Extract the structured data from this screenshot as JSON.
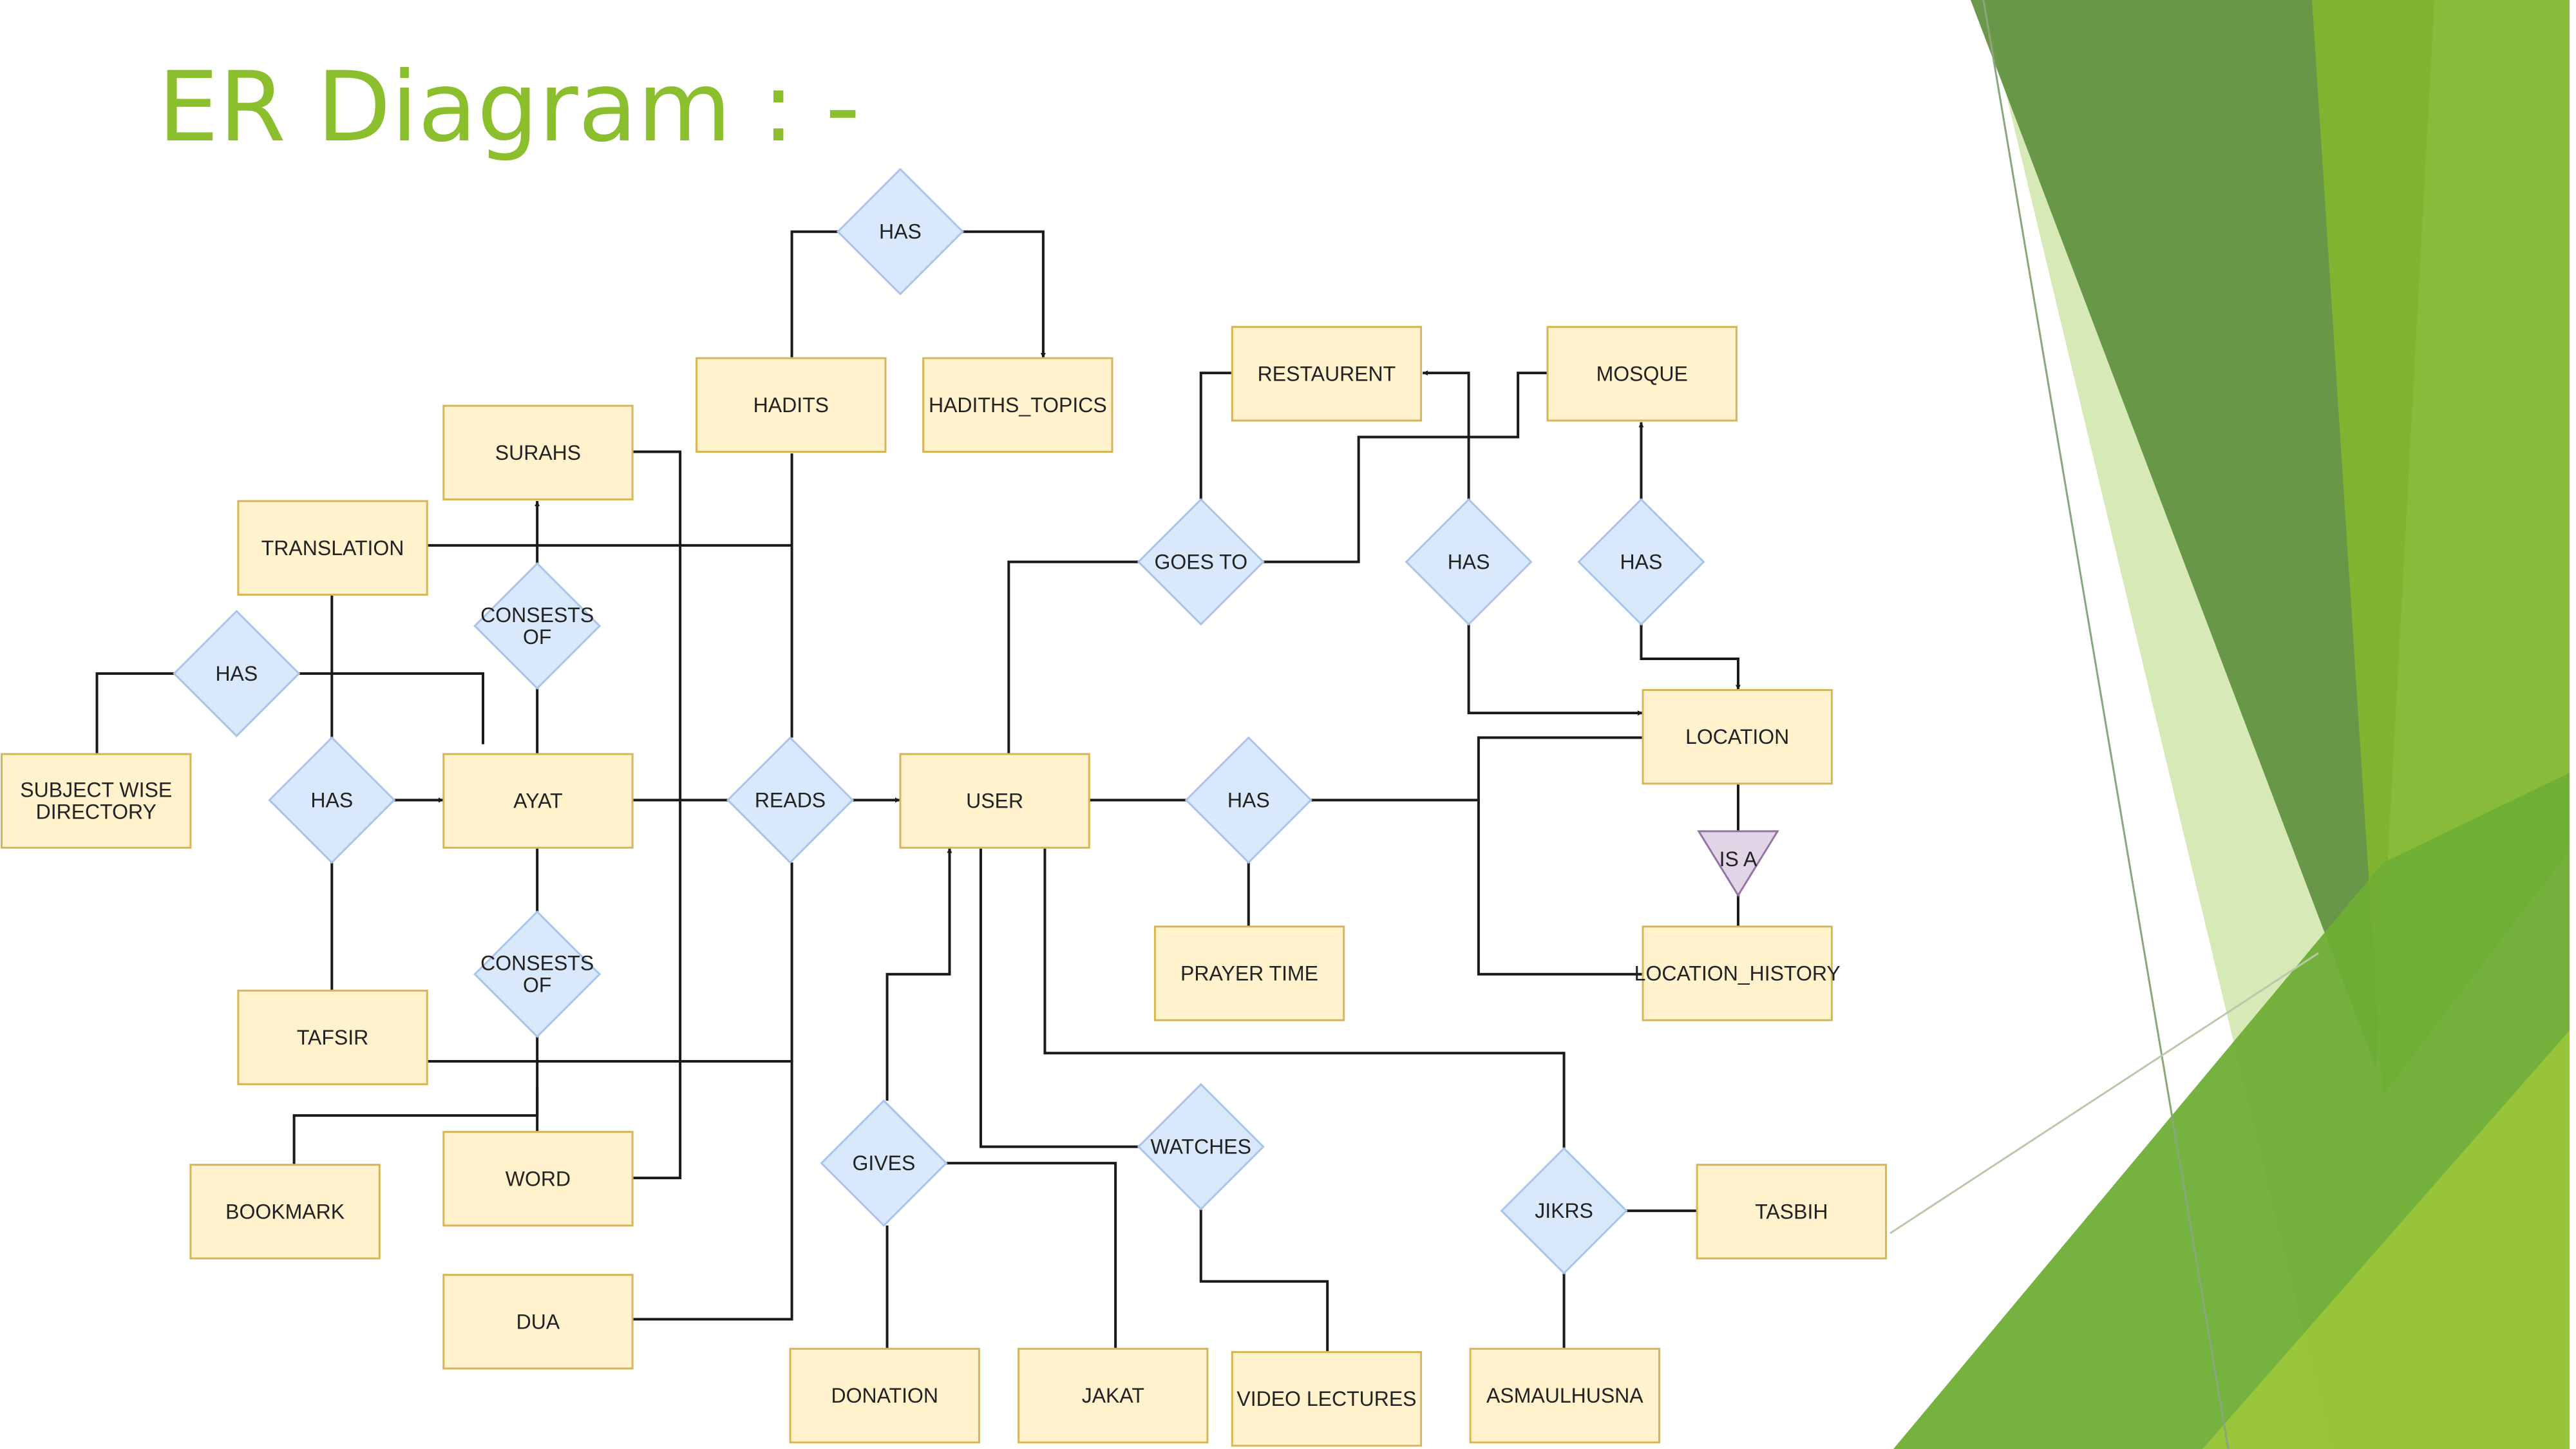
{
  "slide": {
    "title": "ER Diagram : -",
    "colors": {
      "title": "#8cbf2e",
      "entity_fill": "#fff2cc",
      "entity_stroke": "#d6b656",
      "relation_fill": "#dae8fc",
      "relation_stroke": "#a9c4eb",
      "isa_fill": "#e1d5e7",
      "isa_stroke": "#9673a6",
      "edge": "#1a1a1a",
      "deco_dark": "#5e8f3e",
      "deco_mid": "#7cb32f",
      "deco_light": "#d6e8b6"
    }
  },
  "diagram": {
    "entities": {
      "hadits": "HADITS",
      "hadiths_topics": "HADITHS_TOPICS",
      "restaurent": "RESTAURENT",
      "mosque": "MOSQUE",
      "surahs": "SURAHS",
      "translation": "TRANSLATION",
      "subject_wise_directory": [
        "SUBJECT WISE",
        "DIRECTORY"
      ],
      "ayat": "AYAT",
      "user": "USER",
      "location": "LOCATION",
      "location_history": "LOCATION_HISTORY",
      "prayer_time": "PRAYER TIME",
      "tafsir": "TAFSIR",
      "bookmark": "BOOKMARK",
      "word": "WORD",
      "dua": "DUA",
      "donation": "DONATION",
      "jakat": "JAKAT",
      "video_lectures": "VIDEO LECTURES",
      "asmaulhusna": "ASMAULHUSNA",
      "tasbih": "TASBIH"
    },
    "relationships": {
      "has_hadits": "HAS",
      "goes_to": "GOES TO",
      "has_restaurent": "HAS",
      "has_mosque": "HAS",
      "consests_of_surahs": [
        "CONSESTS",
        "OF"
      ],
      "has_subject": "HAS",
      "has_translation": "HAS",
      "reads": "READS",
      "has_prayer": "HAS",
      "consests_of_word": [
        "CONSESTS",
        "OF"
      ],
      "gives": "GIVES",
      "watches": "WATCHES",
      "jikrs": "JIKRS"
    },
    "isa": "IS A"
  }
}
